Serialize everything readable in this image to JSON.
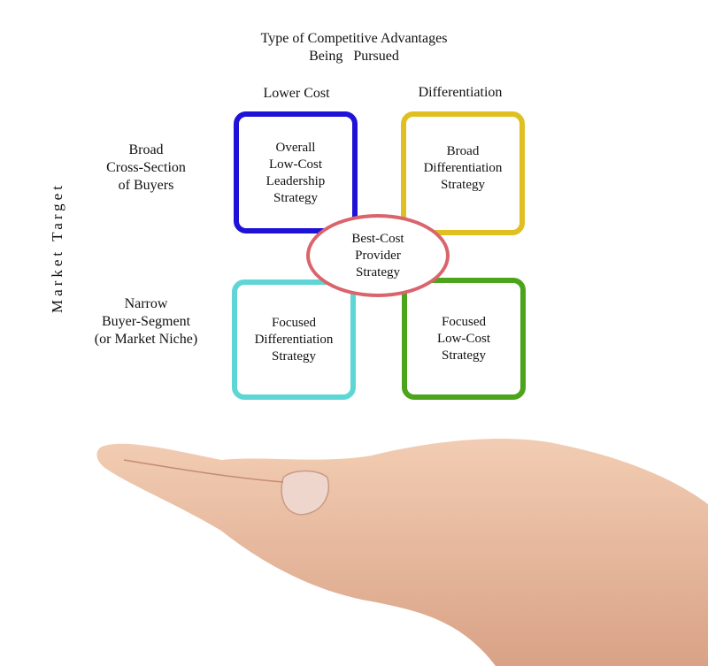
{
  "header": {
    "line1": "Type of Competitive Advantages",
    "line2": "Being   Pursued"
  },
  "columns": {
    "lower_cost": "Lower Cost",
    "differentiation": "Differentiation"
  },
  "rows": {
    "axis_label": "Market Target",
    "broad": [
      "Broad",
      "Cross-Section",
      "of Buyers"
    ],
    "narrow": [
      "Narrow",
      "Buyer-Segment",
      "(or Market Niche)"
    ]
  },
  "boxes": {
    "top_left": {
      "lines": [
        "Overall",
        "Low-Cost",
        "Leadership",
        "Strategy"
      ],
      "color": "#1e12d6"
    },
    "top_right": {
      "lines": [
        "Broad",
        "Differentiation",
        "Strategy"
      ],
      "color": "#e0c020"
    },
    "bottom_left": {
      "lines": [
        "Focused",
        "Differentiation",
        "Strategy"
      ],
      "color": "#5fd6d6"
    },
    "bottom_right": {
      "lines": [
        "Focused",
        "Low-Cost",
        "Strategy"
      ],
      "color": "#4ca41c"
    }
  },
  "center": {
    "lines": [
      "Best-Cost",
      "Provider",
      "Strategy"
    ],
    "color": "#d9646c"
  }
}
